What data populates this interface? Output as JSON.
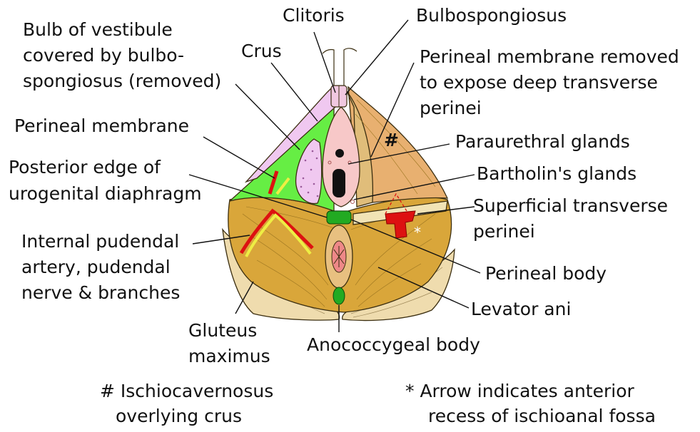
{
  "labels": {
    "clitoris": "Clitoris",
    "bulbospongiosus": "Bulbospongiosus",
    "bulb_vestibule": [
      "Bulb of vestibule",
      "covered by bulbo-",
      "spongiosus (removed)"
    ],
    "crus": "Crus",
    "perineal_membrane_removed": [
      "Perineal membrane removed",
      "to expose deep transverse",
      "perinei"
    ],
    "perineal_membrane": "Perineal membrane",
    "paraurethral_glands": "Paraurethral glands",
    "posterior_edge": [
      "Posterior edge of",
      "urogenital diaphragm"
    ],
    "bartholins_glands": "Bartholin's glands",
    "superficial_transverse": [
      "Superficial transverse",
      "perinei"
    ],
    "internal_pudendal": [
      "Internal pudendal",
      "artery, pudendal",
      "nerve & branches"
    ],
    "perineal_body": "Perineal body",
    "levator_ani": "Levator ani",
    "gluteus_maximus": [
      "Gluteus",
      "maximus"
    ],
    "anococcygeal_body": "Anococcygeal body"
  },
  "symbols": {
    "hash": "#",
    "asterisk": "*"
  },
  "footnotes": {
    "hash_note": [
      "# Ischiocavernosus",
      "overlying crus"
    ],
    "asterisk_note": [
      "* Arrow indicates anterior",
      "recess of ischioanal fossa"
    ]
  },
  "colors": {
    "perineal_membrane": "#66ee44",
    "levator_ani": "#d9a63a",
    "gluteus_maximus": "#efdcae",
    "bulb_of_vestibule": "#f0c8f0",
    "vestibule": "#f7c8c8",
    "ischiocavernosus": "#e8b070",
    "artery": "#dd1111",
    "nerve": "#eeee44",
    "perineal_body": "#22aa22"
  }
}
